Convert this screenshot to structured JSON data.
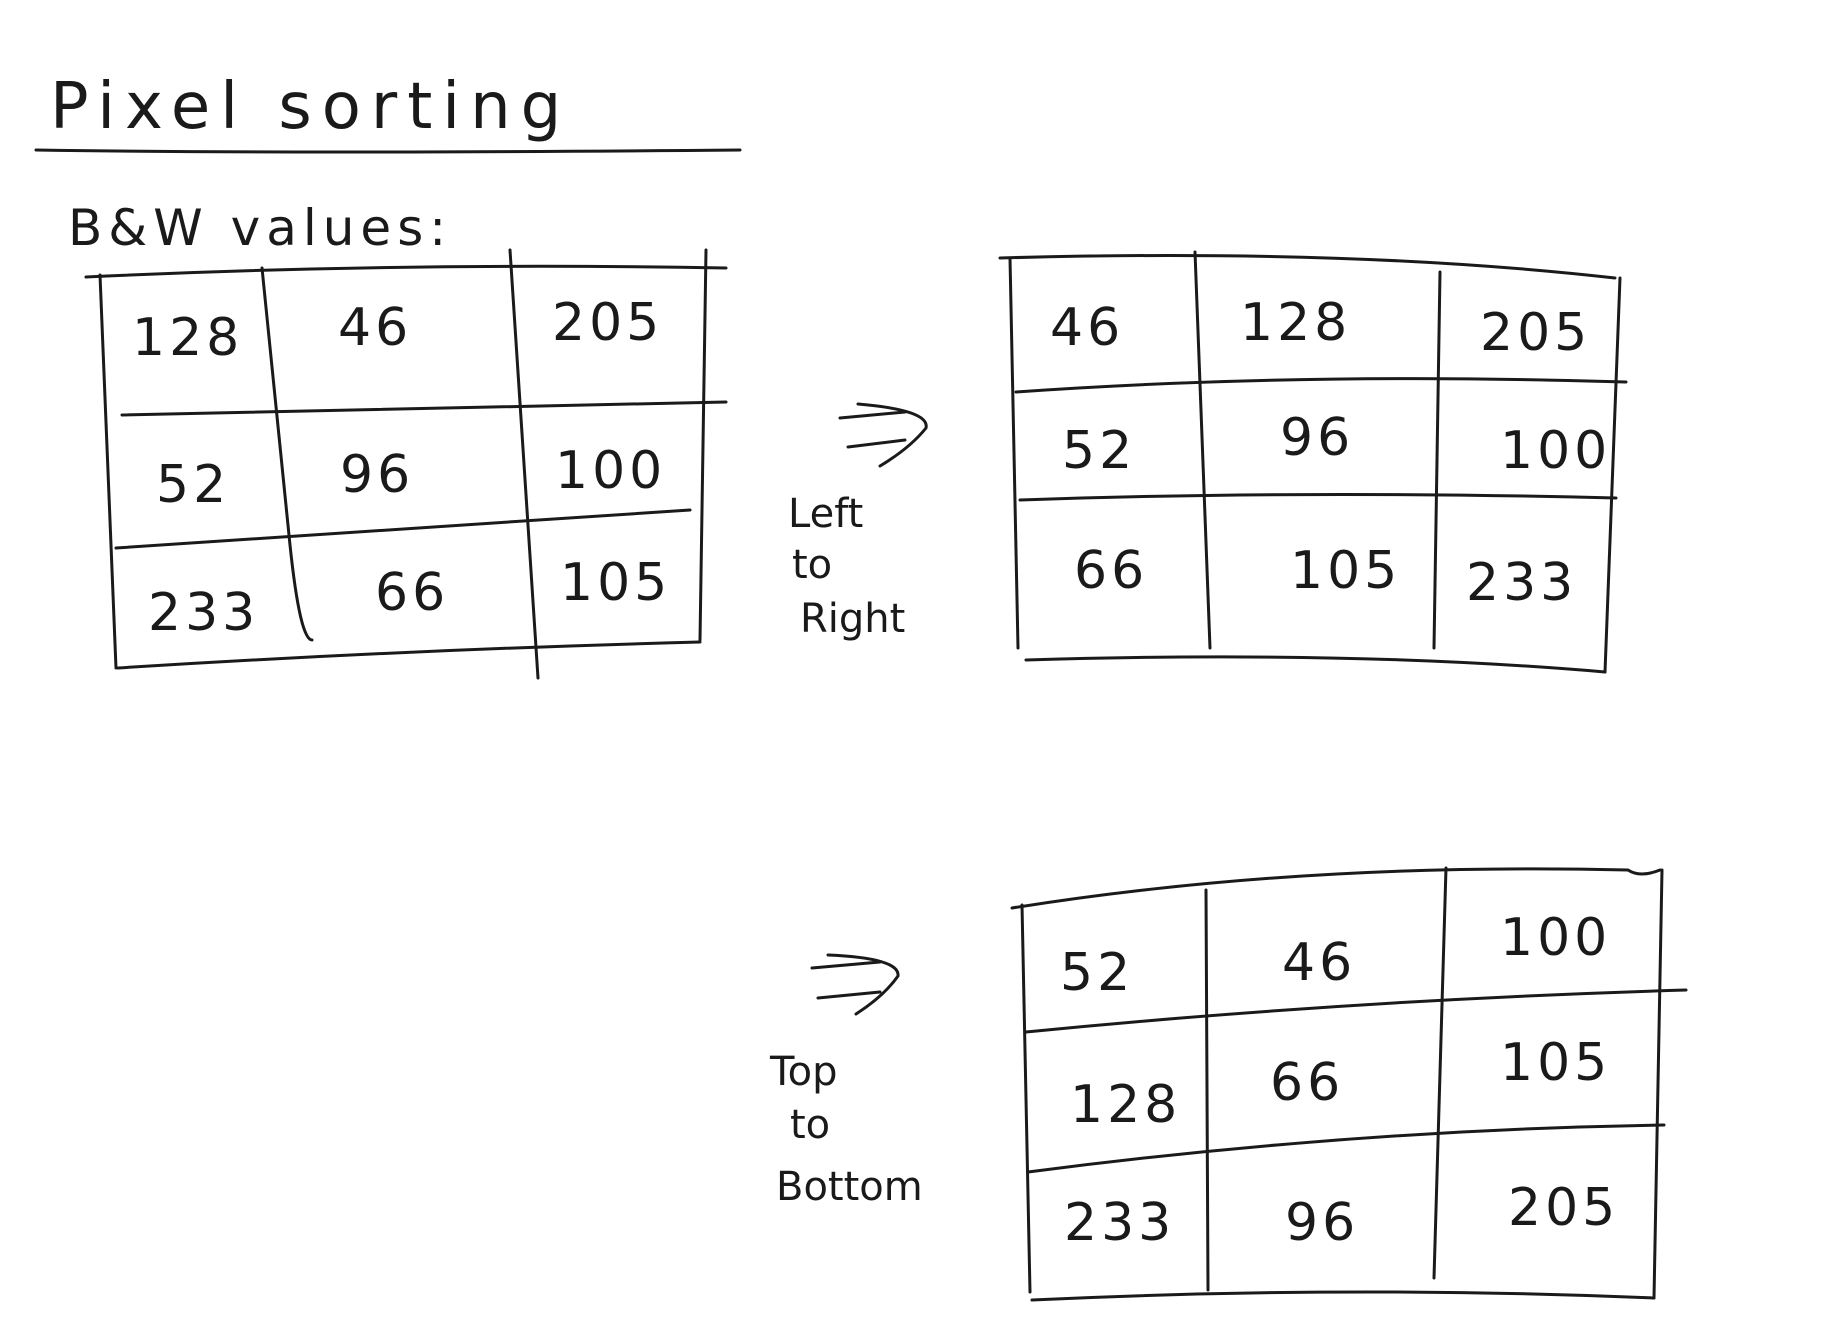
{
  "title": "Pixel sorting",
  "subtitle": "B&W values:",
  "colors": {
    "ink": "#1a1a1a",
    "background": "#ffffff"
  },
  "grids": {
    "original": {
      "rows": [
        [
          "128",
          "46",
          "205"
        ],
        [
          "52",
          "96",
          "100"
        ],
        [
          "233",
          "66",
          "105"
        ]
      ]
    },
    "left_to_right": {
      "rows": [
        [
          "46",
          "128",
          "205"
        ],
        [
          "52",
          "96",
          "100"
        ],
        [
          "66",
          "105",
          "233"
        ]
      ]
    },
    "top_to_bottom": {
      "rows": [
        [
          "52",
          "46",
          "100"
        ],
        [
          "128",
          "66",
          "105"
        ],
        [
          "233",
          "96",
          "205"
        ]
      ]
    }
  },
  "arrows": {
    "left_to_right": {
      "lines": [
        "Left",
        "to",
        "Right"
      ]
    },
    "top_to_bottom": {
      "lines": [
        "Top",
        "to",
        "Bottom"
      ]
    }
  }
}
